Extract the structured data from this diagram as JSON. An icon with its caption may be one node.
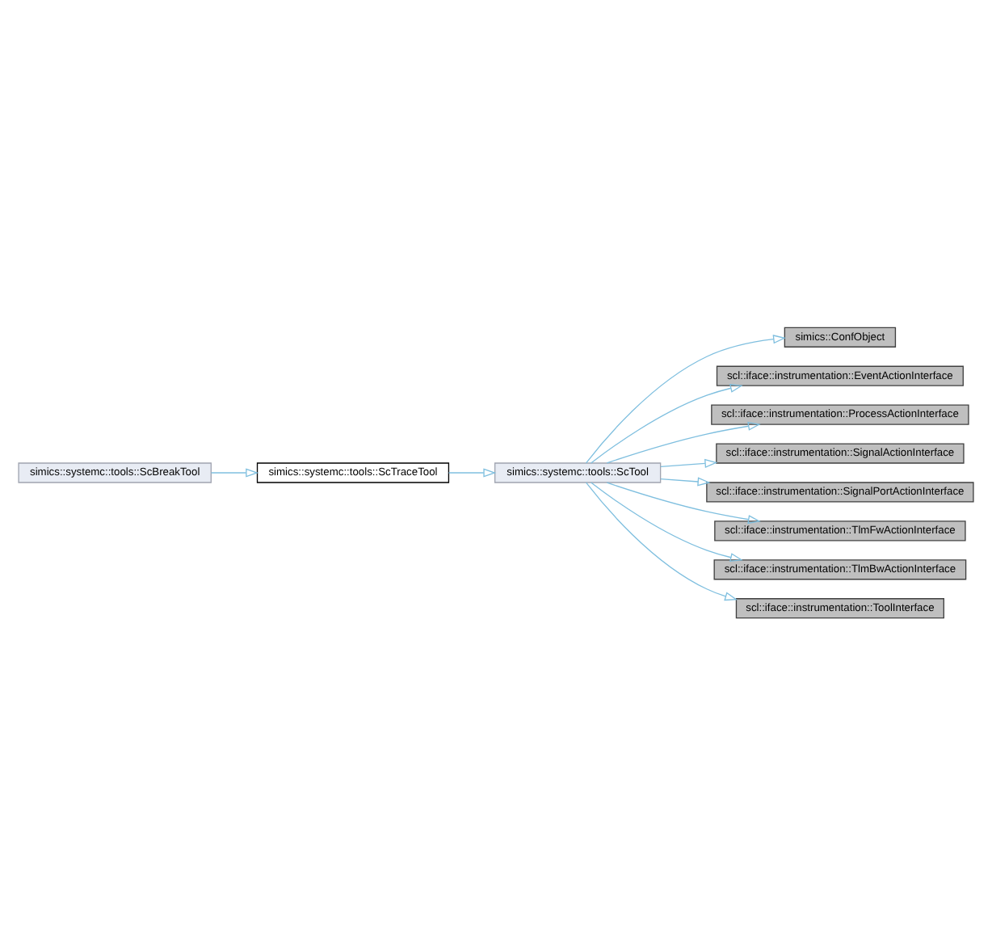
{
  "diagram": {
    "nodes": [
      {
        "text": [
          "simics::ConfObject"
        ]
      },
      {
        "text": [
          "scl::iface::instrumentation::EventActionInterface"
        ]
      },
      {
        "text": [
          "scl::iface::instrumentation::ProcessActionInterface"
        ]
      },
      {
        "text": [
          "scl::iface::instrumentation::SignalActionInterface"
        ]
      },
      {
        "text": [
          "scl::iface::instrumentation::SignalPortActionInterface"
        ]
      },
      {
        "text": [
          "scl::iface::instrumentation::TlmFwActionInterface"
        ]
      },
      {
        "text": [
          "scl::iface::instrumentation::TlmBwActionInterface"
        ]
      },
      {
        "text": [
          "scl::iface::instrumentation::ToolInterface"
        ]
      },
      {
        "text": [
          "simics::systemc::tools::ScTool"
        ]
      },
      {
        "text": [
          "simics::systemc::tools::ScTraceTool"
        ]
      },
      {
        "text": [
          "simics::systemc::tools::ScBreakTool"
        ]
      }
    ],
    "edges": [
      {
        "from": 8,
        "to": 0,
        "arrow": "to"
      },
      {
        "from": 8,
        "to": 1,
        "arrow": "to"
      },
      {
        "from": 8,
        "to": 2,
        "arrow": "to"
      },
      {
        "from": 8,
        "to": 3,
        "arrow": "to"
      },
      {
        "from": 8,
        "to": 4,
        "arrow": "to"
      },
      {
        "from": 8,
        "to": 5,
        "arrow": "to"
      },
      {
        "from": 8,
        "to": 6,
        "arrow": "to"
      },
      {
        "from": 8,
        "to": 7,
        "arrow": "to"
      },
      {
        "from": 9,
        "to": 8,
        "arrow": "to"
      },
      {
        "from": 10,
        "to": 9,
        "arrow": "to"
      }
    ]
  }
}
